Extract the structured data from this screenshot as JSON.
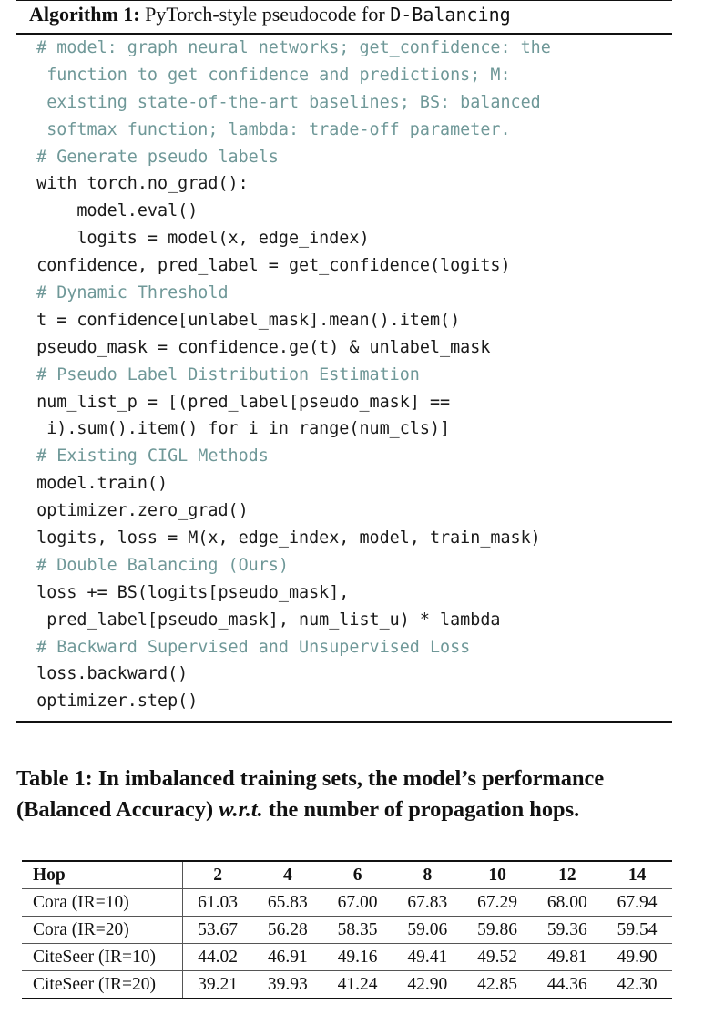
{
  "algorithm": {
    "label": "Algorithm 1:",
    "title_prefix": "PyTorch-style pseudocode for ",
    "title_mono": "D-Balancing",
    "lines": [
      {
        "text": "  # model: graph neural networks; get_confidence: the",
        "kind": "comment"
      },
      {
        "text": "   function to get confidence and predictions; M:",
        "kind": "comment"
      },
      {
        "text": "   existing state-of-the-art baselines; BS: balanced",
        "kind": "comment"
      },
      {
        "text": "   softmax function; lambda: trade-off parameter.",
        "kind": "comment"
      },
      {
        "text": "  # Generate pseudo labels",
        "kind": "comment"
      },
      {
        "text": "  with torch.no_grad():",
        "kind": "plain"
      },
      {
        "text": "      model.eval()",
        "kind": "plain"
      },
      {
        "text": "      logits = model(x, edge_index)",
        "kind": "plain"
      },
      {
        "text": "  confidence, pred_label = get_confidence(logits)",
        "kind": "plain"
      },
      {
        "text": "  # Dynamic Threshold",
        "kind": "comment"
      },
      {
        "text": "  t = confidence[unlabel_mask].mean().item()",
        "kind": "plain"
      },
      {
        "text": "  pseudo_mask = confidence.ge(t) & unlabel_mask",
        "kind": "plain"
      },
      {
        "text": "  # Pseudo Label Distribution Estimation",
        "kind": "comment"
      },
      {
        "text": "  num_list_p = [(pred_label[pseudo_mask] ==",
        "kind": "plain"
      },
      {
        "text": "   i).sum().item() for i in range(num_cls)]",
        "kind": "plain"
      },
      {
        "text": "  # Existing CIGL Methods",
        "kind": "comment"
      },
      {
        "text": "  model.train()",
        "kind": "plain"
      },
      {
        "text": "  optimizer.zero_grad()",
        "kind": "plain"
      },
      {
        "text": "  logits, loss = M(x, edge_index, model, train_mask)",
        "kind": "plain"
      },
      {
        "text": "  # Double Balancing (Ours)",
        "kind": "comment"
      },
      {
        "text": "  loss += BS(logits[pseudo_mask],",
        "kind": "plain"
      },
      {
        "text": "   pred_label[pseudo_mask], num_list_u) * lambda",
        "kind": "plain"
      },
      {
        "text": "  # Backward Supervised and Unsupervised Loss",
        "kind": "comment"
      },
      {
        "text": "  loss.backward()",
        "kind": "plain"
      },
      {
        "text": "  optimizer.step()",
        "kind": "plain"
      }
    ]
  },
  "caption": {
    "line1": "Table 1: In imbalanced training sets, the model’s performance",
    "line2_prefix": "(Balanced Accuracy) ",
    "line2_italic": "w.r.t.",
    "line2_suffix": " the number of propagation hops."
  },
  "table": {
    "header": [
      "Hop",
      "2",
      "4",
      "6",
      "8",
      "10",
      "12",
      "14"
    ],
    "rows": [
      [
        "Cora (IR=10)",
        "61.03",
        "65.83",
        "67.00",
        "67.83",
        "67.29",
        "68.00",
        "67.94"
      ],
      [
        "Cora (IR=20)",
        "53.67",
        "56.28",
        "58.35",
        "59.06",
        "59.86",
        "59.36",
        "59.54"
      ],
      [
        "CiteSeer (IR=10)",
        "44.02",
        "46.91",
        "49.16",
        "49.41",
        "49.52",
        "49.81",
        "49.90"
      ],
      [
        "CiteSeer (IR=20)",
        "39.21",
        "39.93",
        "41.24",
        "42.90",
        "42.85",
        "44.36",
        "42.30"
      ]
    ]
  },
  "colors": {
    "comment": "#6f9898",
    "text": "#1a1a1a"
  }
}
